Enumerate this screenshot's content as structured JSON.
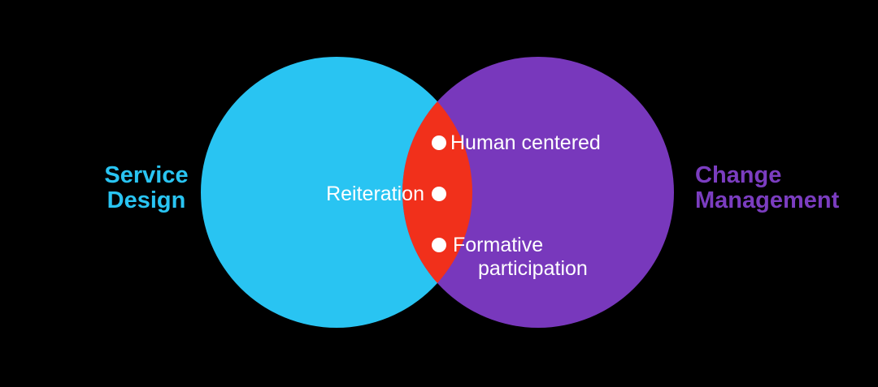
{
  "background_color": "#000000",
  "venn": {
    "left_circle": {
      "color": "#29C4F2",
      "label": {
        "line1": "Service",
        "line2": "Design"
      }
    },
    "right_circle": {
      "color": "#7838BC",
      "label": {
        "line1": "Change",
        "line2": "Management"
      }
    },
    "overlap": {
      "color": "#F1301B",
      "dot_color": "#FFFFFF",
      "text_color": "#FFFFFF",
      "items": [
        {
          "label": "Human centered",
          "dot_side": "left"
        },
        {
          "label": "Reiteration",
          "dot_side": "right"
        },
        {
          "label": "Formative participation",
          "line1": "Formative",
          "line2": "participation",
          "dot_side": "left"
        }
      ]
    }
  }
}
